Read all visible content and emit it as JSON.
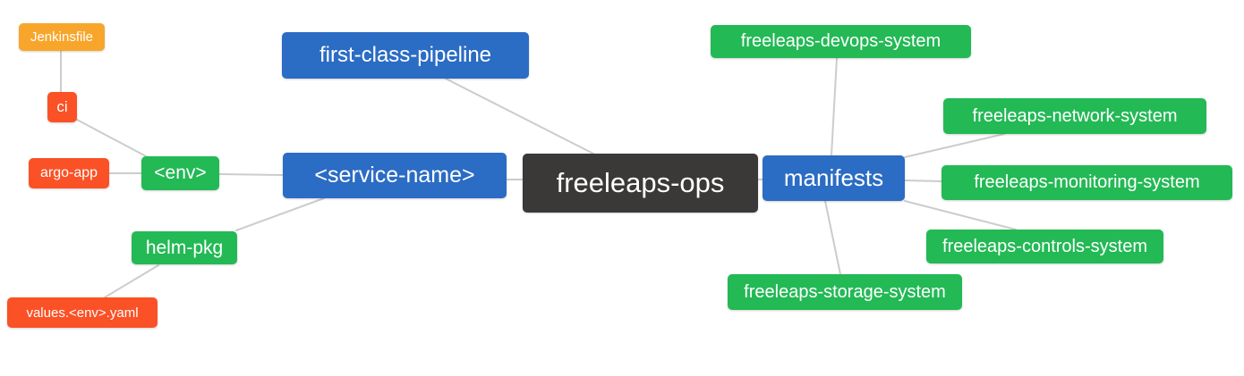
{
  "diagram": {
    "type": "mindmap",
    "background": "#ffffff",
    "edge_color": "#cccccc",
    "text_color": "#ffffff",
    "palette": {
      "orange": "#f8a62b",
      "red": "#fb5126",
      "green": "#23b955",
      "blue": "#2b6cc4",
      "dark": "#3b3838"
    },
    "nodes": [
      {
        "id": "jenkinsfile",
        "label": "Jenkinsfile",
        "color": "orange"
      },
      {
        "id": "ci",
        "label": "ci",
        "color": "red"
      },
      {
        "id": "argo-app",
        "label": "argo-app",
        "color": "red"
      },
      {
        "id": "env",
        "label": "<env>",
        "color": "green"
      },
      {
        "id": "helm-pkg",
        "label": "helm-pkg",
        "color": "green"
      },
      {
        "id": "values-env-yaml",
        "label": "values.<env>.yaml",
        "color": "red"
      },
      {
        "id": "first-class-pipeline",
        "label": "first-class-pipeline",
        "color": "blue"
      },
      {
        "id": "service-name",
        "label": "<service-name>",
        "color": "blue"
      },
      {
        "id": "freeleaps-ops",
        "label": "freeleaps-ops",
        "color": "dark"
      },
      {
        "id": "manifests",
        "label": "manifests",
        "color": "blue"
      },
      {
        "id": "freeleaps-devops-system",
        "label": "freeleaps-devops-system",
        "color": "green"
      },
      {
        "id": "freeleaps-network-system",
        "label": "freeleaps-network-system",
        "color": "green"
      },
      {
        "id": "freeleaps-monitoring-system",
        "label": "freeleaps-monitoring-system",
        "color": "green"
      },
      {
        "id": "freeleaps-controls-system",
        "label": "freeleaps-controls-system",
        "color": "green"
      },
      {
        "id": "freeleaps-storage-system",
        "label": "freeleaps-storage-system",
        "color": "green"
      }
    ],
    "edges": [
      {
        "from": "jenkinsfile",
        "to": "ci"
      },
      {
        "from": "ci",
        "to": "env"
      },
      {
        "from": "argo-app",
        "to": "env"
      },
      {
        "from": "env",
        "to": "service-name"
      },
      {
        "from": "helm-pkg",
        "to": "service-name"
      },
      {
        "from": "values-env-yaml",
        "to": "helm-pkg"
      },
      {
        "from": "first-class-pipeline",
        "to": "freeleaps-ops"
      },
      {
        "from": "service-name",
        "to": "freeleaps-ops"
      },
      {
        "from": "freeleaps-ops",
        "to": "manifests"
      },
      {
        "from": "manifests",
        "to": "freeleaps-devops-system"
      },
      {
        "from": "manifests",
        "to": "freeleaps-network-system"
      },
      {
        "from": "manifests",
        "to": "freeleaps-monitoring-system"
      },
      {
        "from": "manifests",
        "to": "freeleaps-controls-system"
      },
      {
        "from": "manifests",
        "to": "freeleaps-storage-system"
      }
    ]
  }
}
